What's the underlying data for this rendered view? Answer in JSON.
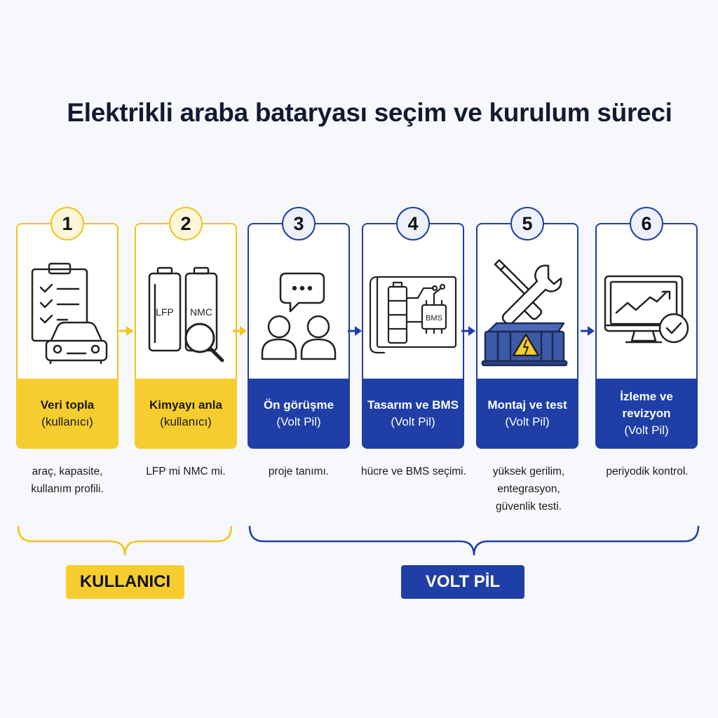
{
  "title": "Elektrikli araba bataryası seçim ve kurulum süreci",
  "steps": [
    {
      "number": "1",
      "label": "Veri topla",
      "actor": "(kullanıcı)",
      "desc": [
        "araç, kapasite,",
        "kullanım profili."
      ]
    },
    {
      "number": "2",
      "label": "Kimyayı anla",
      "actor": "(kullanıcı)",
      "desc": [
        "LFP mi NMC mi."
      ],
      "icon_text": {
        "a": "LFP",
        "b": "NMC"
      }
    },
    {
      "number": "3",
      "label": "Ön görüşme",
      "actor": "(Volt Pil)",
      "desc": [
        "proje tanımı."
      ]
    },
    {
      "number": "4",
      "label": "Tasarım ve BMS",
      "actor": "(Volt Pil)",
      "desc": [
        "hücre ve BMS seçimi."
      ],
      "icon_text": {
        "a": "BMS"
      }
    },
    {
      "number": "5",
      "label": "Montaj ve test",
      "actor": "(Volt Pil)",
      "desc": [
        "yüksek gerilim,",
        "entegrasyon,",
        "güvenlik testi."
      ]
    },
    {
      "number": "6",
      "label": "İzleme ve revizyon",
      "actor": "(Volt Pil)",
      "desc": [
        "periyodik kontrol."
      ]
    }
  ],
  "groups": {
    "user": "KULLANICI",
    "company": "VOLT PİL"
  },
  "colors": {
    "yellow": "#f6cd2e",
    "blue": "#1f3fa6"
  },
  "icons": [
    "checklist-car-icon",
    "battery-compare-icon",
    "chat-people-icon",
    "blueprint-bms-icon",
    "tools-battery-icon",
    "monitor-check-icon"
  ]
}
